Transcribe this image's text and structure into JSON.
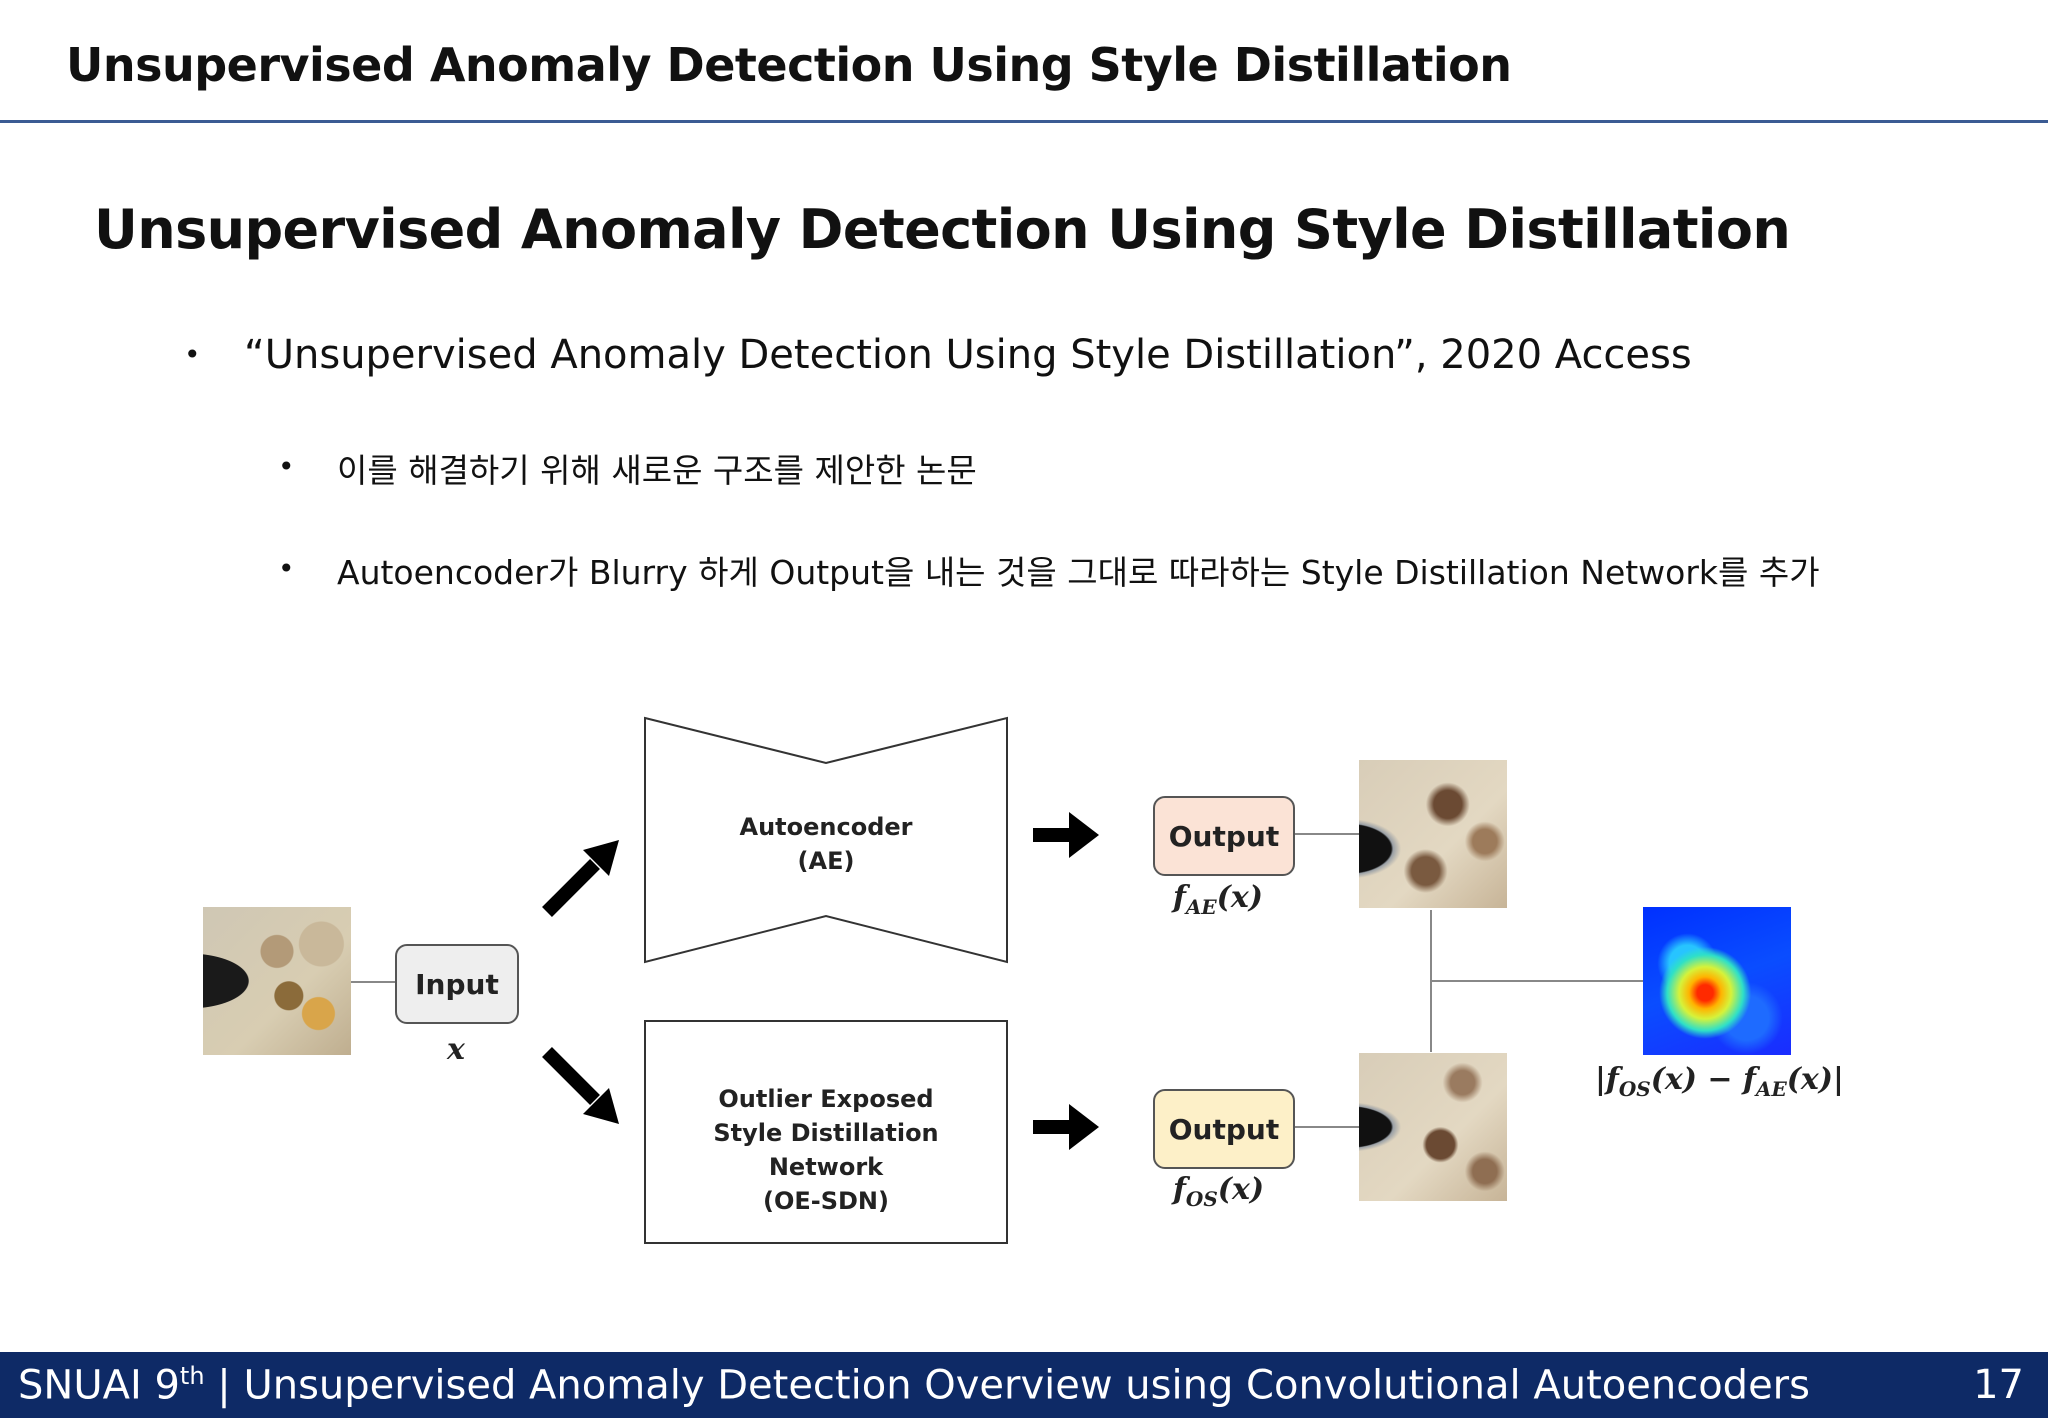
{
  "header": {
    "title": "Unsupervised Anomaly Detection Using Style Distillation"
  },
  "slide": {
    "heading": "Unsupervised Anomaly Detection Using Style Distillation",
    "bullet_main": "“Unsupervised Anomaly Detection Using Style Distillation”, 2020 Access",
    "sub_bullets": [
      "이를 해결하기 위해 새로운 구조를 제안한 논문",
      "Autoencoder가 Blurry 하게 Output을 내는 것을 그대로 따라하는 Style Distillation Network를 추가"
    ],
    "bullet_symbol": "•"
  },
  "diagram": {
    "input_label": "Input",
    "input_var": "x",
    "ae_line1": "Autoencoder",
    "ae_line2": "(AE)",
    "sdn_line1": "Outlier Exposed",
    "sdn_line2": "Style Distillation Network",
    "sdn_line3": "(OE-SDN)",
    "output_label_top": "Output",
    "output_label_bottom": "Output",
    "f_ae_main": "f",
    "f_ae_sub": "AE",
    "f_ae_arg": "(x)",
    "f_os_main": "f",
    "f_os_sub": "OS",
    "f_os_arg": "(x)",
    "diff_formula_left": "|f",
    "diff_formula_sub1": "OS",
    "diff_formula_mid": "(x) − f",
    "diff_formula_sub2": "AE",
    "diff_formula_right": "(x)|",
    "colors": {
      "output_top_fill": "#fbe3d6",
      "output_bottom_fill": "#fdf0c8",
      "input_fill": "#eeeeee"
    }
  },
  "footer": {
    "org": "SNUAI 9",
    "org_sup": "th",
    "subtitle": " | Unsupervised Anomaly Detection Overview using Convolutional Autoencoders",
    "page_number": "17"
  }
}
